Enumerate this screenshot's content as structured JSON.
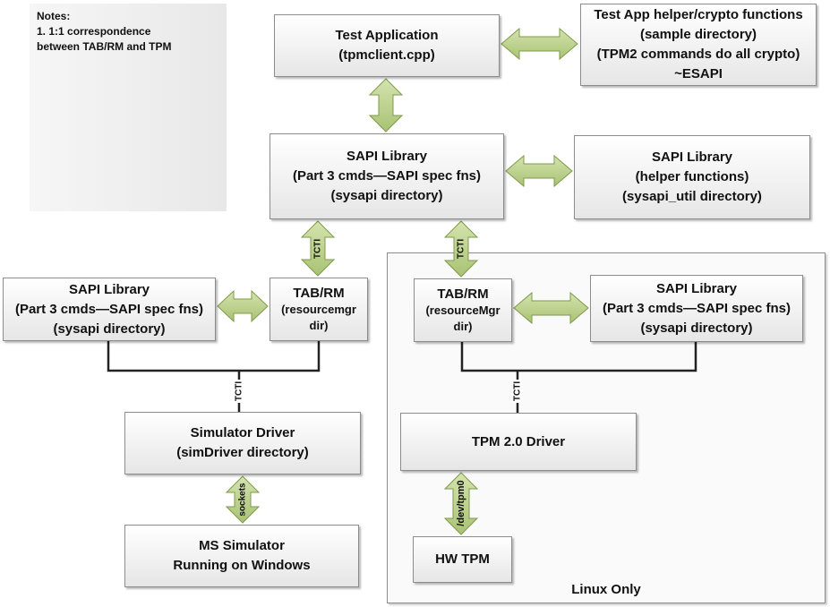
{
  "notes": {
    "title": "Notes:",
    "item1": "1.  1:1 correspondence",
    "item1b": "between TAB/RM and TPM"
  },
  "boxes": {
    "test_app": [
      "Test Application",
      "(tpmclient.cpp)"
    ],
    "helper_crypto": [
      "Test App helper/crypto functions",
      "(sample directory)",
      "(TPM2 commands do all crypto)",
      "~ESAPI"
    ],
    "sapi_main": [
      "SAPI Library",
      "(Part 3 cmds—SAPI spec fns)",
      "(sysapi directory)"
    ],
    "sapi_util": [
      "SAPI Library",
      "(helper functions)",
      "(sysapi_util directory)"
    ],
    "sapi_left": [
      "SAPI Library",
      "(Part 3 cmds—SAPI spec fns)",
      "(sysapi directory)"
    ],
    "tabrm_left": [
      "TAB/RM",
      "(resourcemgr",
      "dir)"
    ],
    "tabrm_right": [
      "TAB/RM",
      "(resourceMgr",
      "dir)"
    ],
    "sapi_right": [
      "SAPI Library",
      "(Part 3 cmds—SAPI spec fns)",
      "(sysapi directory)"
    ],
    "sim_driver": [
      "Simulator Driver",
      "(simDriver directory)"
    ],
    "tpm_driver": [
      "TPM 2.0 Driver"
    ],
    "ms_sim": [
      "MS Simulator",
      "Running on Windows"
    ],
    "hw_tpm": [
      "HW TPM"
    ]
  },
  "linux_label": "Linux Only",
  "connector_labels": {
    "tcti": "TCTI",
    "sockets": "sockets",
    "dev_tpm0": "/dev/tpm0"
  },
  "colors": {
    "arrow_fill": "#c3d69b",
    "arrow_stroke": "#7f9a4a",
    "line": "#222222"
  }
}
